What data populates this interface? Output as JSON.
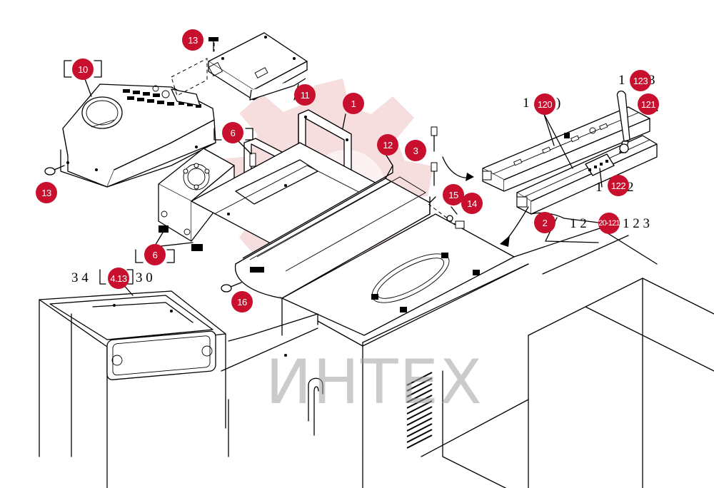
{
  "watermark": {
    "text": "ИНТЕХ",
    "accent": "#e8a0a0"
  },
  "callout_color": "#c8102e",
  "callouts": {
    "c13a": "13",
    "c10": "10",
    "c11": "11",
    "c13b": "13",
    "c6a": "6",
    "c1": "1",
    "c12": "12",
    "c3": "3",
    "c15": "15",
    "c14": "14",
    "c6b": "6",
    "c16": "16",
    "c4_13": "4.13",
    "c2": "2",
    "c120": "120",
    "c123": "123",
    "c121": "121",
    "c122": "122",
    "c120_121": "20-121"
  },
  "text_labels": {
    "t_1_120": "1 ",
    "t_1_123": "1 ",
    "t_1_123_tail": "3",
    "t_1_120_tail": ")",
    "t_1_122": "1 ",
    "t_1_122_tail": "2",
    "t_121_tail": ".",
    "t_2_row": "1 2 ",
    "t_2_row_tail": "1 2 3",
    "t_4_13": "3 4 ",
    "t_4_13_tail": "3 0"
  }
}
